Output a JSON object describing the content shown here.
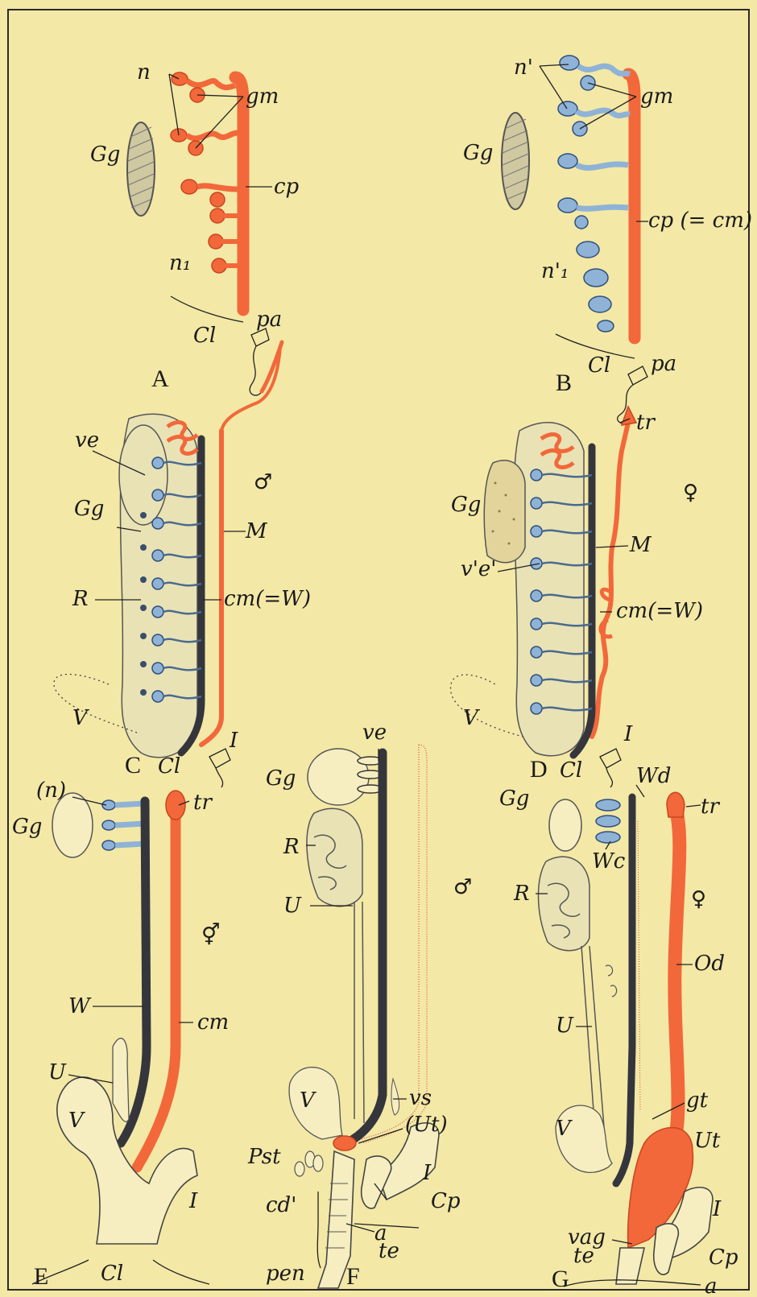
{
  "colors": {
    "background": "#f3e8a6",
    "mullerian_red": "#f2683a",
    "wolffian_dark": "#35363c",
    "nephric_blue": "#8fb3d6",
    "border": "#2a2a2a"
  },
  "figures": {
    "A": {
      "panel_label": "A",
      "labels": {
        "n": "n",
        "gm": "gm",
        "cp": "cp",
        "n1": "n₁",
        "Gg": "Gg",
        "Cl": "Cl",
        "pa": "pa"
      }
    },
    "B": {
      "panel_label": "B",
      "labels": {
        "n_prime": "n'",
        "gm": "gm",
        "cp": "cp (= cm)",
        "n1_prime": "n'₁",
        "Gg": "Gg",
        "Cl": "Cl",
        "pa": "pa"
      }
    },
    "C": {
      "panel_label": "C",
      "sex_symbol": "♂",
      "labels": {
        "ve": "ve",
        "Gg": "Gg",
        "M": "M",
        "R": "R",
        "cmW": "cm(=W)",
        "V": "V",
        "Cl": "Cl",
        "I": "I"
      }
    },
    "D": {
      "panel_label": "D",
      "sex_symbol": "♀",
      "labels": {
        "tr": "tr",
        "Gg": "Gg",
        "M": "M",
        "ve_prime": "v'e'",
        "cmW": "cm(=W)",
        "V": "V",
        "I": "I",
        "Cl": "Cl"
      }
    },
    "E": {
      "panel_label": "E",
      "sex_symbol": "⚥",
      "labels": {
        "n_paren": "(n)",
        "Gg": "Gg",
        "tr": "tr",
        "W": "W",
        "cm": "cm",
        "U": "U",
        "V": "V",
        "I": "I",
        "Cl": "Cl"
      }
    },
    "F": {
      "panel_label": "F",
      "sex_symbol": "♂",
      "labels": {
        "ve": "ve",
        "Gg": "Gg",
        "R": "R",
        "U": "U",
        "V": "V",
        "vs": "vs",
        "Ut_paren": "(Ut)",
        "Pst": "Pst",
        "I": "I",
        "Cp": "Cp",
        "cd_prime": "cd'",
        "a": "a",
        "te": "te",
        "pen": "pen"
      }
    },
    "G": {
      "panel_label": "G",
      "sex_symbol": "♀",
      "labels": {
        "Wd": "Wd",
        "Gg": "Gg",
        "tr": "tr",
        "Wc": "Wc",
        "R": "R",
        "Od": "Od",
        "U": "U",
        "gt": "gt",
        "V": "V",
        "Ut": "Ut",
        "vag": "vag",
        "I": "I",
        "te": "te",
        "Cp": "Cp",
        "a": "a"
      }
    }
  }
}
